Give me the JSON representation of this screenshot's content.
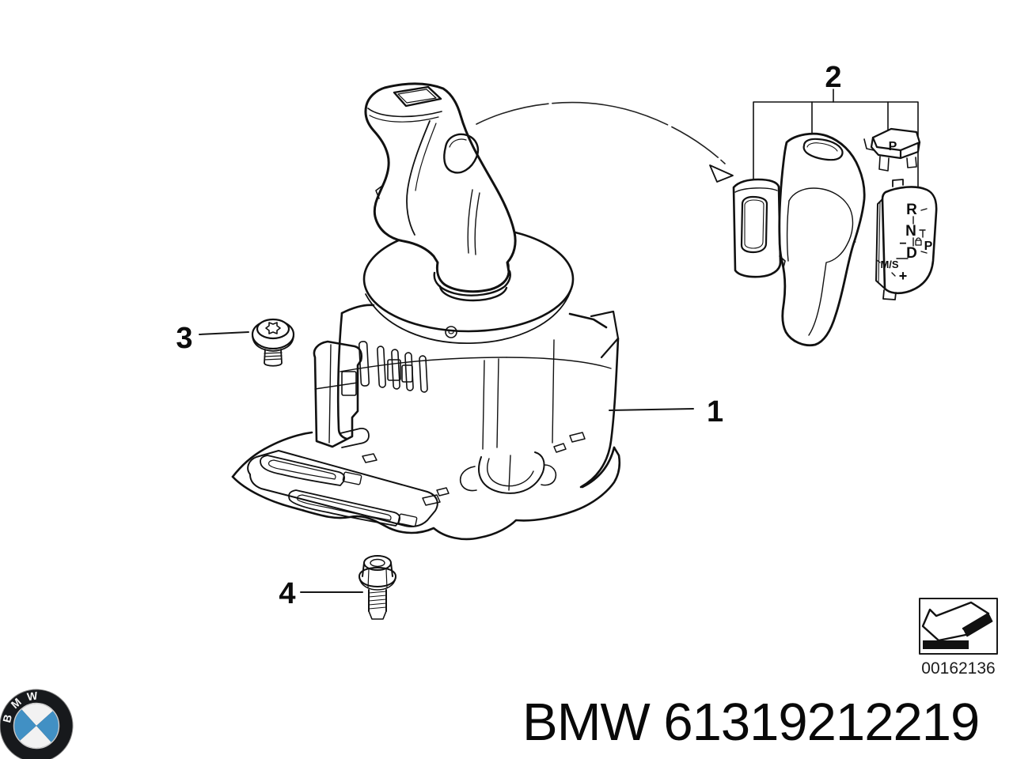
{
  "footer": {
    "part_text": "BMW 61319212219",
    "image_number": "00162136"
  },
  "callouts": [
    {
      "label": "1"
    },
    {
      "label": "2"
    },
    {
      "label": "3"
    },
    {
      "label": "4"
    }
  ],
  "part2": {
    "park_button_label": "P",
    "gear_plate": {
      "reverse": "R",
      "neutral": "N",
      "neutral_dash": "-",
      "park": "P",
      "minus": "−",
      "drive": "D",
      "manual_switch": "M/S",
      "plus": "+"
    }
  },
  "logo": {
    "letters": [
      "B",
      "M",
      "W"
    ],
    "blue": "#4190c4",
    "ring": "#17191c"
  }
}
